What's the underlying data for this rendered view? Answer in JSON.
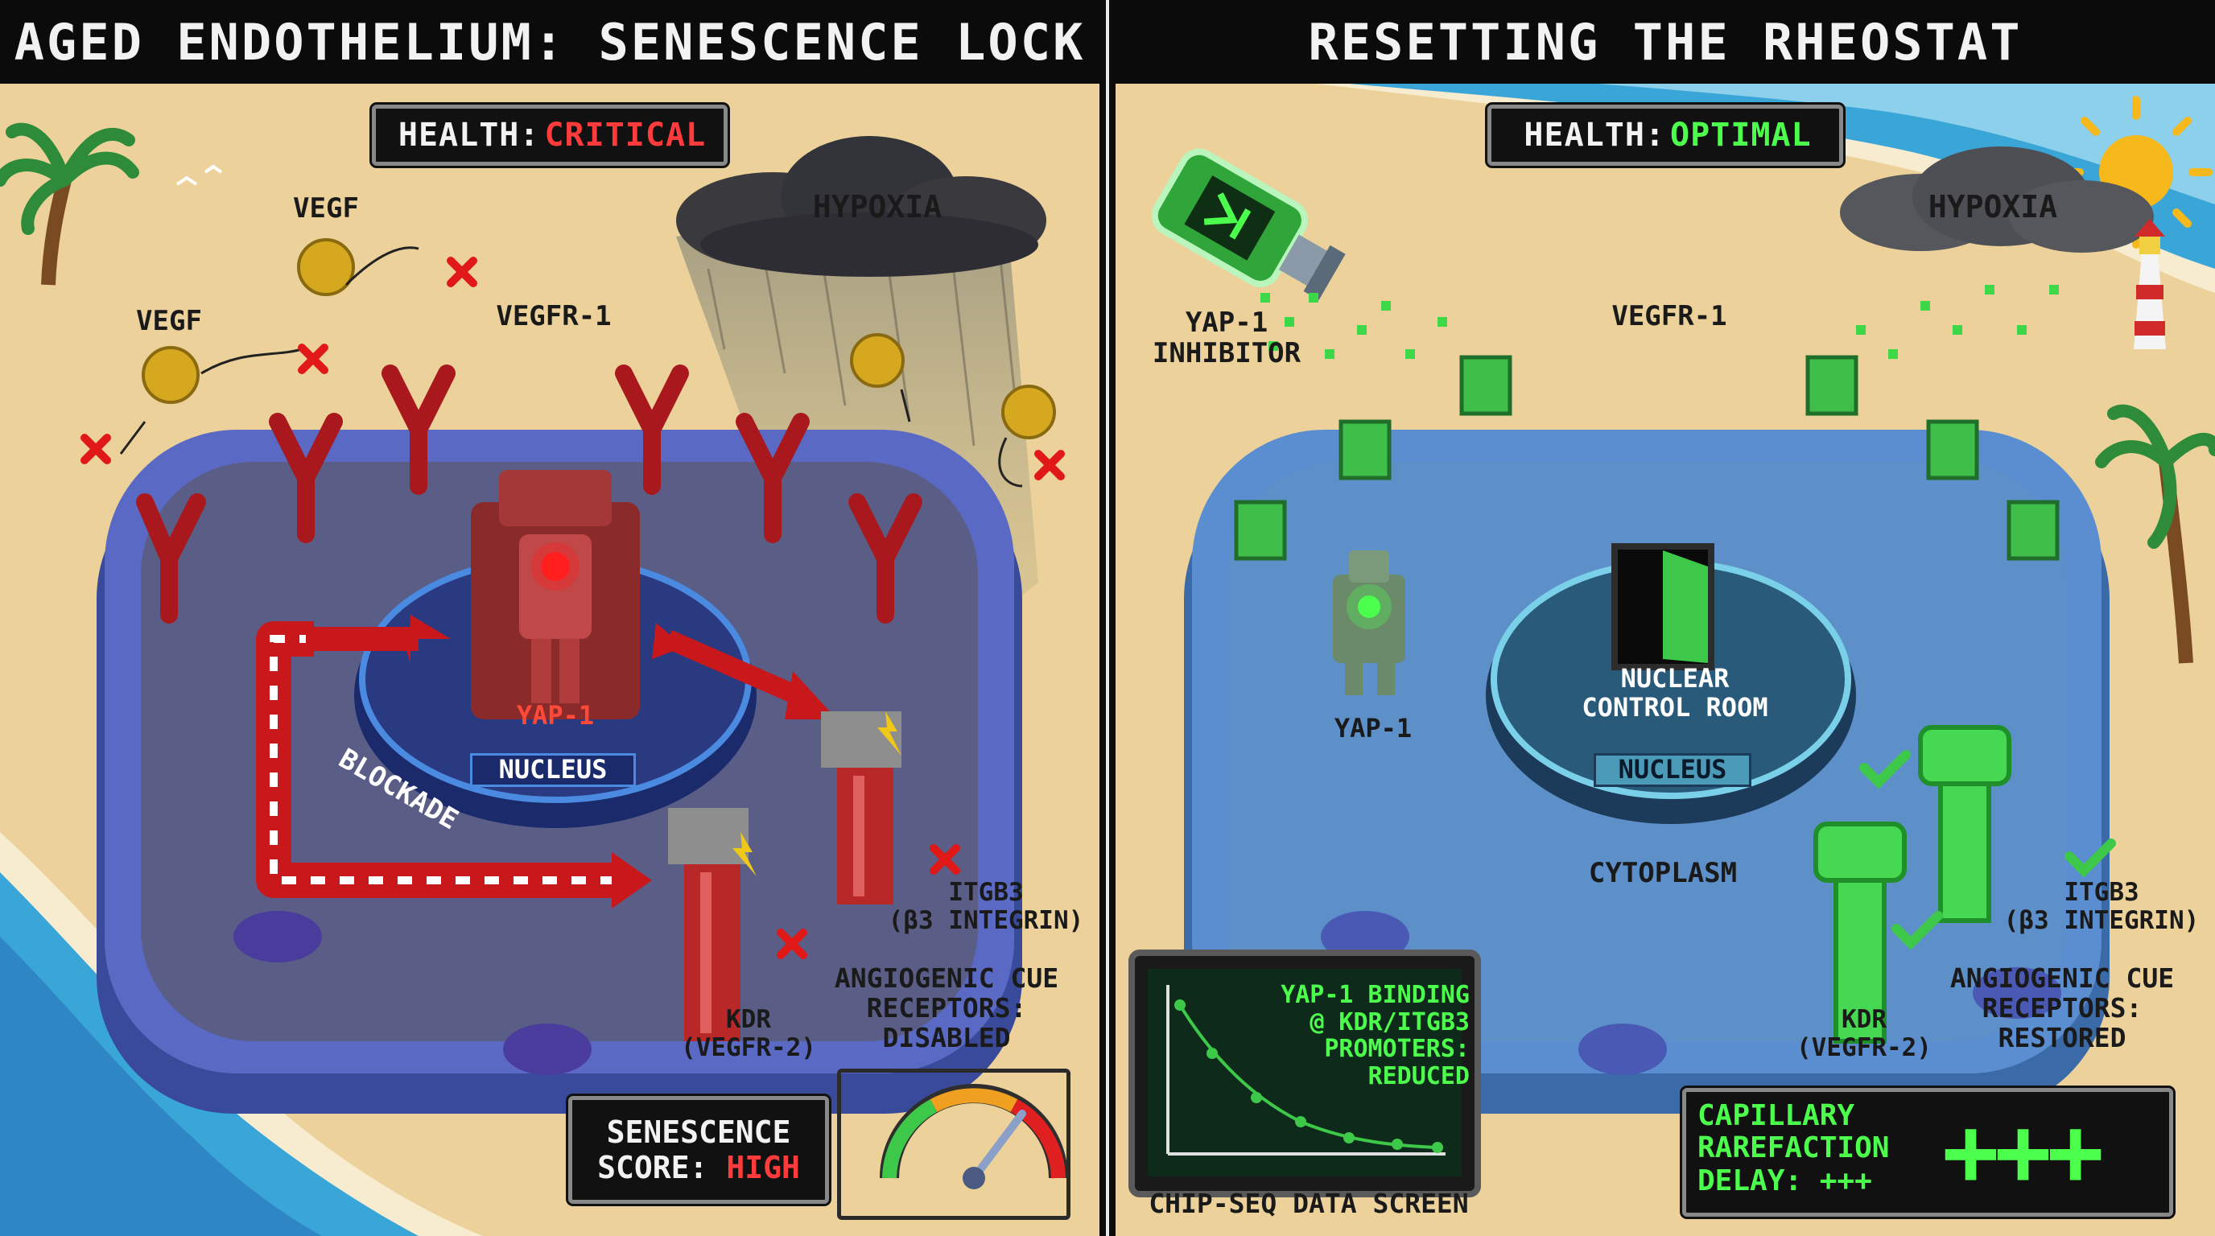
{
  "left": {
    "title": "AGED ENDOTHELIUM: SENESCENCE LOCK",
    "health_label": "HEALTH:",
    "health_value": "CRITICAL",
    "cloud_label": "HYPOXIA",
    "vegf_top": "VEGF",
    "vegf_left": "VEGF",
    "vegfr1": "VEGFR-1",
    "yap1": "YAP-1",
    "nucleus": "NUCLEUS",
    "blockade": "BLOCKADE",
    "itgb3_line1": "ITGB3",
    "itgb3_line2": "(β3 INTEGRIN)",
    "kdr_line1": "KDR",
    "kdr_line2": "(VEGFR-2)",
    "cue_line1": "ANGIOGENIC CUE",
    "cue_line2": "RECEPTORS:",
    "cue_line3": "DISABLED",
    "score_line1": "SENESCENCE",
    "score_label": "SCORE:",
    "score_value": "HIGH"
  },
  "right": {
    "title": "RESETTING THE RHEOSTAT",
    "health_label": "HEALTH:",
    "health_value": "OPTIMAL",
    "cloud_label": "HYPOXIA",
    "inhibitor_line1": "YAP-1",
    "inhibitor_line2": "INHIBITOR",
    "vegfr1": "VEGFR-1",
    "yap1": "YAP-1",
    "control_line1": "NUCLEAR",
    "control_line2": "CONTROL ROOM",
    "nucleus": "NUCLEUS",
    "cytoplasm": "CYTOPLASM",
    "itgb3_line1": "ITGB3",
    "itgb3_line2": "(β3 INTEGRIN)",
    "kdr_line1": "KDR",
    "kdr_line2": "(VEGFR-2)",
    "cue_line1": "ANGIOGENIC CUE",
    "cue_line2": "RECEPTORS:",
    "cue_line3": "RESTORED",
    "chip_line1": "YAP-1 BINDING",
    "chip_line2": "@ KDR/ITGB3",
    "chip_line3": "PROMOTERS:",
    "chip_line4": "REDUCED",
    "chip_caption": "CHIP-SEQ DATA SCREEN",
    "delay_line1": "CAPILLARY",
    "delay_line2": "RAREFACTION",
    "delay_line3": "DELAY: +++",
    "delay_big": "+++"
  },
  "colors": {
    "sand": "#ecd29a",
    "sea": "#3aa6d8",
    "membrane": "#4f63b8",
    "cytoplasm_left": "#5a5d86",
    "cytoplasm_right": "#5d8fc8",
    "receptor_red": "#c8262a",
    "receptor_green": "#3fbf4a",
    "critical": "#ff3b3b",
    "optimal": "#4dff4d"
  }
}
